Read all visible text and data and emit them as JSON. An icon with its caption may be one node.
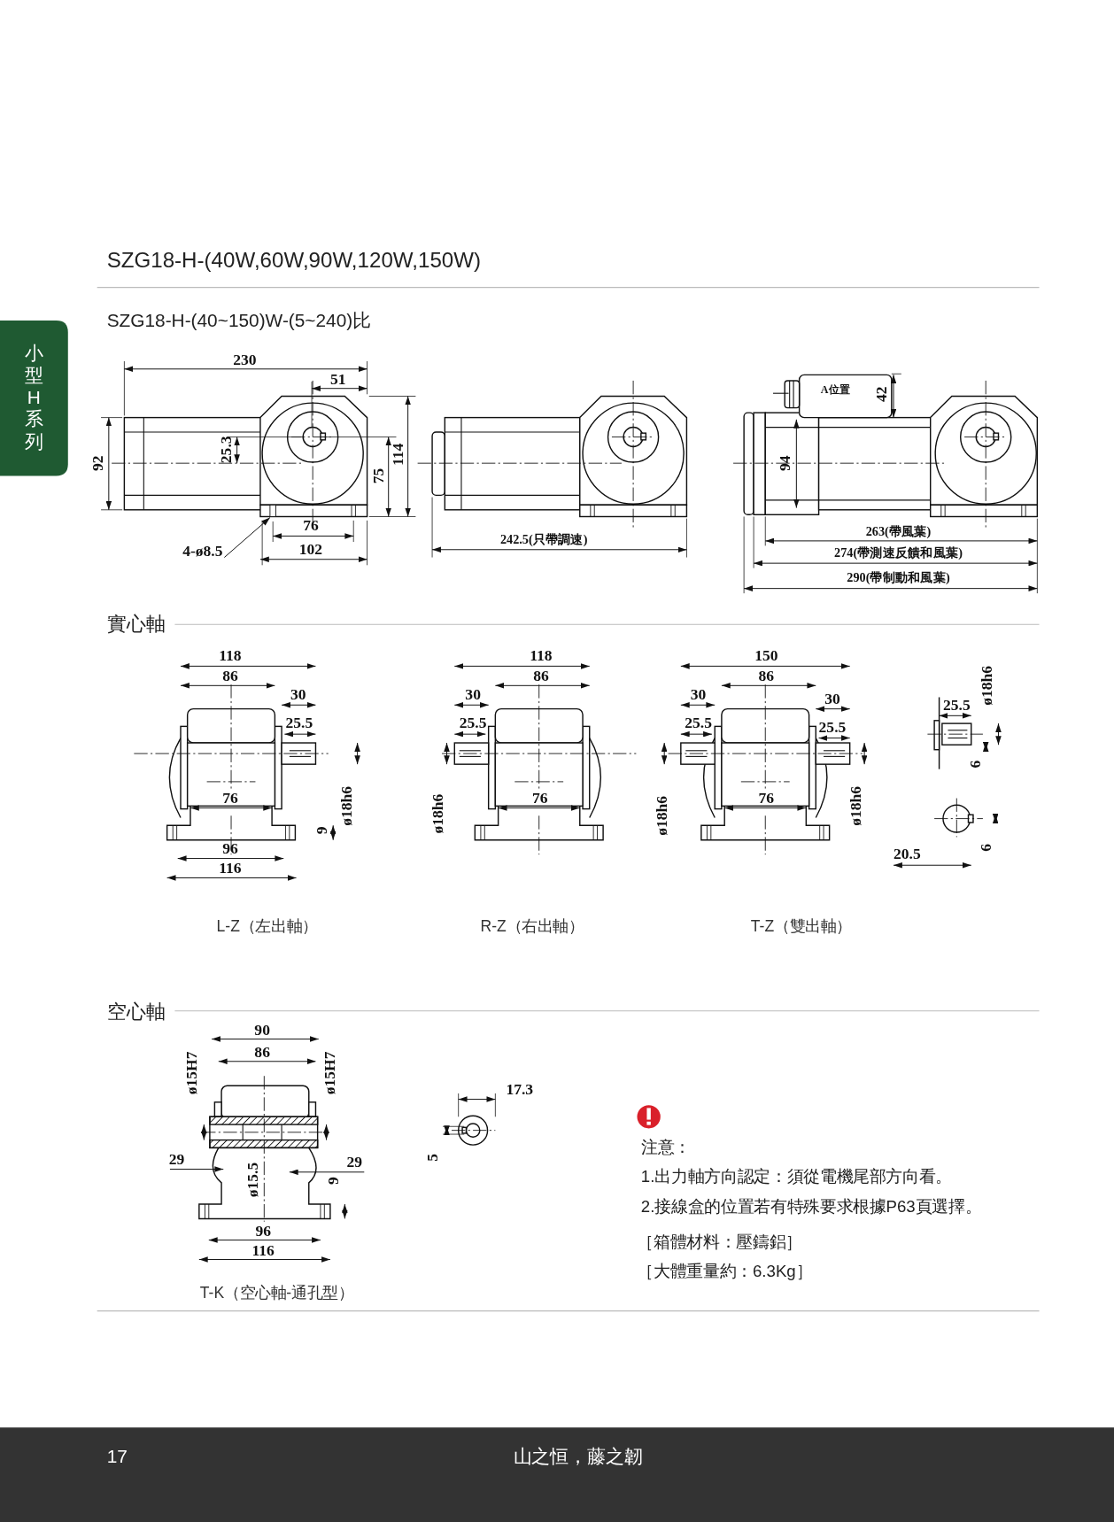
{
  "diagram": {
    "title": "SZG18-H-(40W,60W,90W,120W,150W)",
    "nodes": [
      {
        "text": [
          "4-ø8.5"
        ]
      },
      {
        "text": [],
        "shape": "box"
      }
    ],
    "edges": [
      {
        "from": 0,
        "to": 1,
        "arrow": "to"
      }
    ],
    "labels": [
      "SZG18-H-(40~150)W-(5~240)比",
      "小型H系列",
      "230",
      "51",
      "92",
      "25.3",
      "75",
      "114",
      "76",
      "102",
      "242.5(只帶調速)",
      "A位置",
      "42",
      "94",
      "263(帶風葉)",
      "274(帶測速反饋和風葉)",
      "290(帶制動和風葉)",
      "實心軸",
      "118",
      "86",
      "30",
      "25.5",
      "76",
      "ø18h6",
      "9",
      "96",
      "116",
      "118",
      "86",
      "30",
      "25.5",
      "ø18h6",
      "76",
      "150",
      "86",
      "30",
      "30",
      "25.5",
      "25.5",
      "ø18h6",
      "76",
      "ø18h6",
      "ø18h6",
      "25.5",
      "6",
      "6",
      "20.5",
      "L-Z（左出軸）",
      "R-Z（右出軸）",
      "T-Z（雙出軸）",
      "空心軸",
      "90",
      "86",
      "ø15H7",
      "ø15H7",
      "17.3",
      "29",
      "29",
      "5",
      "ø15.5",
      "9",
      "96",
      "116",
      "T-K（空心軸-通孔型）",
      "注意：",
      "1.出力軸方向認定：須從電機尾部方向看。",
      "2.接線盒的位置若有特殊要求根據P63頁選擇。",
      "［箱體材料：壓鑄鋁］",
      "［大體重量約：6.3Kg］",
      "17",
      "山之恒，藤之韌"
    ]
  }
}
